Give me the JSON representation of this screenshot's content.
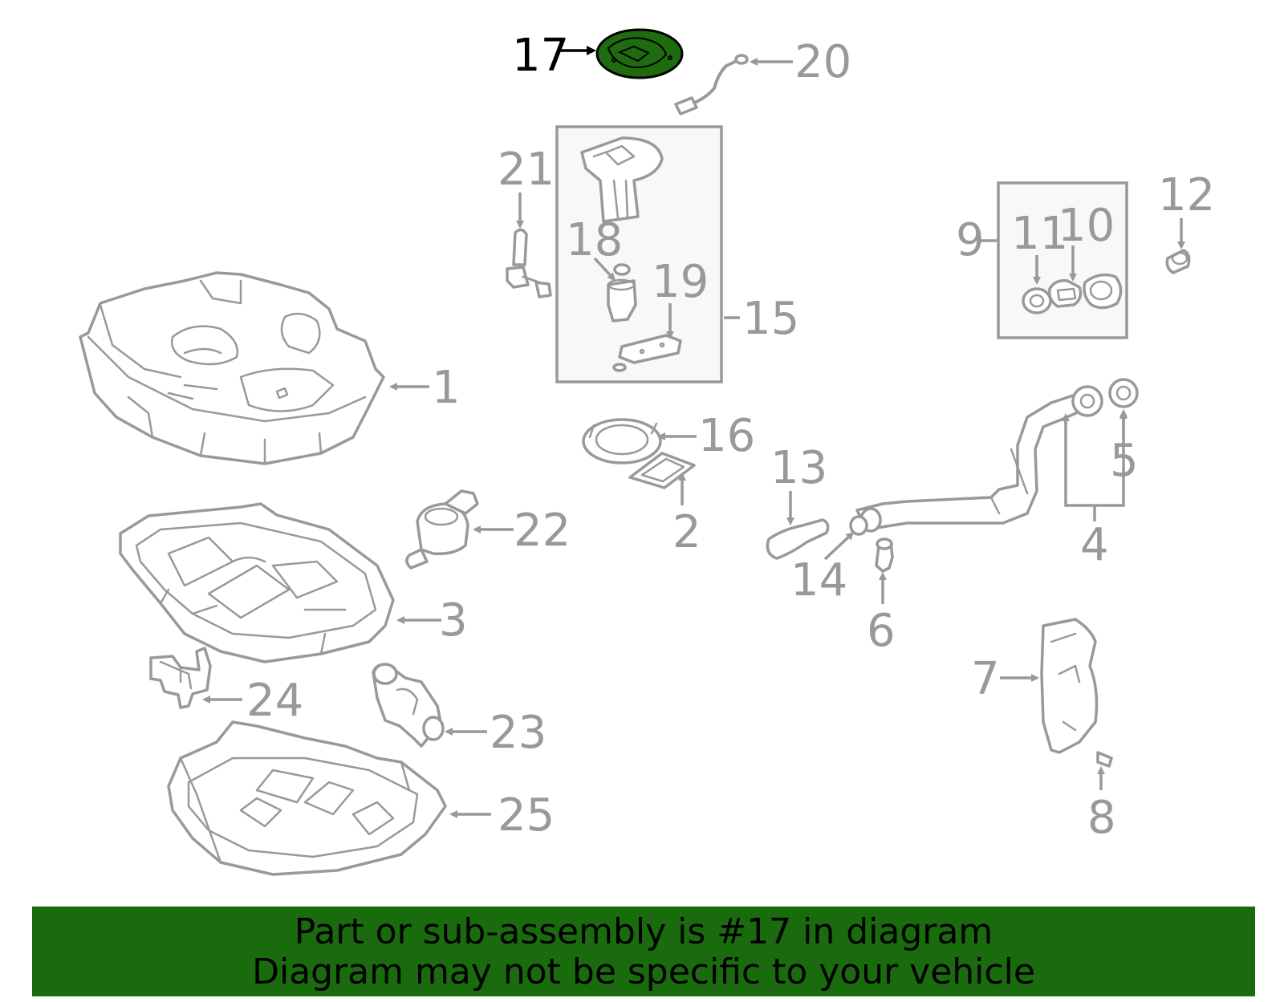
{
  "colors": {
    "line": "#999999",
    "highlight_fill": "#1f6b0f",
    "highlight_stroke": "#000000",
    "banner_bg": "#1a6b0e",
    "banner_text": "#000000"
  },
  "highlighted_part": "17",
  "callouts": {
    "c1": "1",
    "c2": "2",
    "c3": "3",
    "c4": "4",
    "c5": "5",
    "c6": "6",
    "c7": "7",
    "c8": "8",
    "c9": "9",
    "c10": "10",
    "c11": "11",
    "c12": "12",
    "c13": "13",
    "c14": "14",
    "c15": "15",
    "c16": "16",
    "c17": "17",
    "c18": "18",
    "c19": "19",
    "c20": "20",
    "c21": "21",
    "c22": "22",
    "c23": "23",
    "c24": "24",
    "c25": "25"
  },
  "banner": {
    "line1": "Part or sub-assembly is #17 in diagram",
    "line2": "Diagram may not be specific to your vehicle"
  }
}
